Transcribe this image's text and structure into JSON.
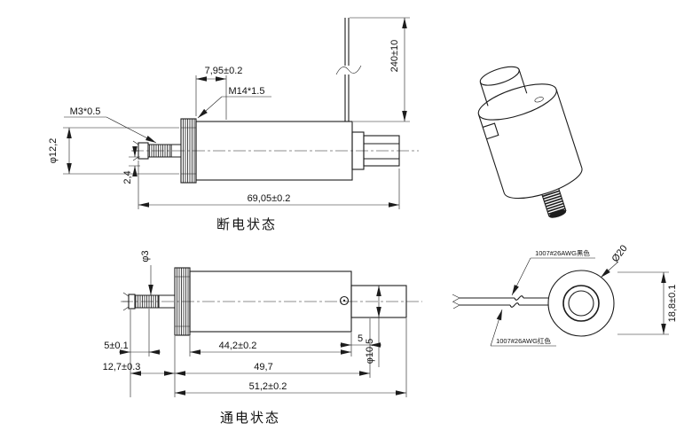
{
  "views": {
    "power_off": {
      "caption": "断电状态",
      "dims": {
        "thread_length": "7,95±0.2",
        "mounting_thread": "M14*1.5",
        "shaft_thread": "M3*0.5",
        "thread_root_dia": "φ12,2",
        "shaft_offset": "2,4",
        "lead_length": "240±10",
        "overall_length": "69,05±0.2"
      }
    },
    "power_on": {
      "caption": "通电状态",
      "dims": {
        "shaft_dia": "φ3",
        "shaft_tip": "5±0.1",
        "shaft_extension": "12,7±0.3",
        "body_length": "44,2±0.2",
        "length_to_step": "49,7",
        "overall_length": "51,2±0.2",
        "step": "5",
        "plug_dia": "φ10,5"
      }
    },
    "rear": {
      "wire_black": "1007#26AWG黑色",
      "wire_red": "1007#26AWG红色",
      "outer_dia": "Ø20",
      "height": "18,8±0.1"
    }
  },
  "colors": {
    "line": "#1c1c1c",
    "background": "#ffffff"
  }
}
